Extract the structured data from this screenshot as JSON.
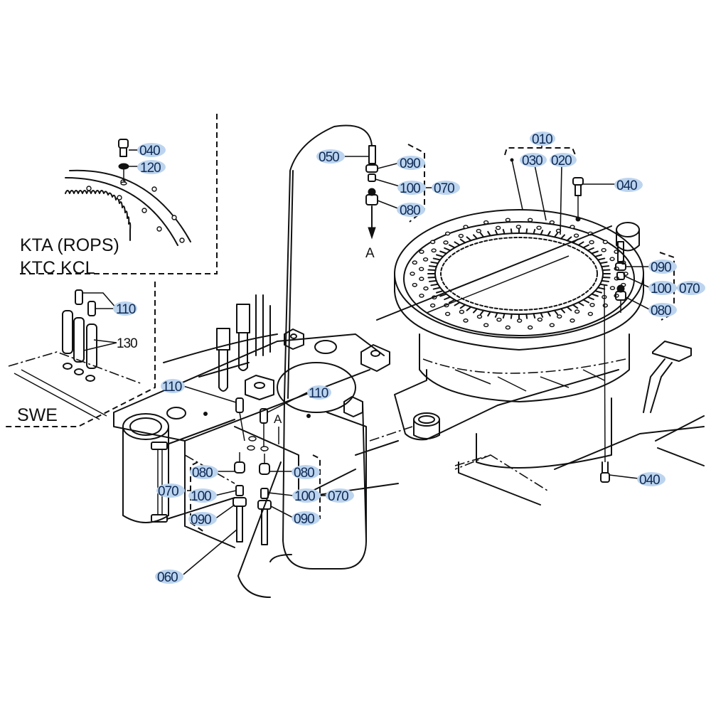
{
  "diagram": {
    "title_block_1": "KTA (ROPS)",
    "title_block_2": "KTC KCL",
    "variant_label": "SWE",
    "highlight_color": "#bcd4ee",
    "callout_text_color": "#0e2a55",
    "connection_marks": [
      "A",
      "A"
    ],
    "callouts": [
      {
        "id": "040",
        "note": "inset KTA bolt",
        "highlighted": true
      },
      {
        "id": "120",
        "note": "inset KTA washer",
        "highlighted": true
      },
      {
        "id": "110",
        "note": "SWE grease fitting",
        "highlighted": true
      },
      {
        "id": "130",
        "note": "SWE fitting body",
        "highlighted": false
      },
      {
        "id": "050",
        "note": "upper hose",
        "highlighted": true
      },
      {
        "id": "090",
        "note": "upper nut",
        "highlighted": true
      },
      {
        "id": "100",
        "note": "upper sleeve",
        "highlighted": true
      },
      {
        "id": "070",
        "note": "upper fitting set",
        "highlighted": true
      },
      {
        "id": "080",
        "note": "upper connector",
        "highlighted": true
      },
      {
        "id": "010",
        "note": "swivel bearing assy",
        "highlighted": true
      },
      {
        "id": "030",
        "note": "bearing seal",
        "highlighted": true
      },
      {
        "id": "020",
        "note": "bearing seal",
        "highlighted": true
      },
      {
        "id": "040",
        "note": "ring bolt top",
        "highlighted": true
      },
      {
        "id": "090",
        "note": "ring nut",
        "highlighted": true
      },
      {
        "id": "100",
        "note": "ring sleeve",
        "highlighted": true
      },
      {
        "id": "070",
        "note": "ring fitting set",
        "highlighted": true
      },
      {
        "id": "080",
        "note": "ring connector",
        "highlighted": true
      },
      {
        "id": "110",
        "note": "frame fitting left",
        "highlighted": true
      },
      {
        "id": "110",
        "note": "frame fitting right",
        "highlighted": true
      },
      {
        "id": "080",
        "note": "lower connector left",
        "highlighted": true
      },
      {
        "id": "080",
        "note": "lower connector right",
        "highlighted": true
      },
      {
        "id": "070",
        "note": "lower set left",
        "highlighted": true
      },
      {
        "id": "100",
        "note": "lower sleeve left",
        "highlighted": true
      },
      {
        "id": "100",
        "note": "lower sleeve right",
        "highlighted": true
      },
      {
        "id": "070",
        "note": "lower set right",
        "highlighted": true
      },
      {
        "id": "090",
        "note": "lower nut left",
        "highlighted": true
      },
      {
        "id": "090",
        "note": "lower nut right",
        "highlighted": true
      },
      {
        "id": "060",
        "note": "lower hose",
        "highlighted": true
      },
      {
        "id": "040",
        "note": "ring bolt bottom",
        "highlighted": true
      }
    ]
  }
}
